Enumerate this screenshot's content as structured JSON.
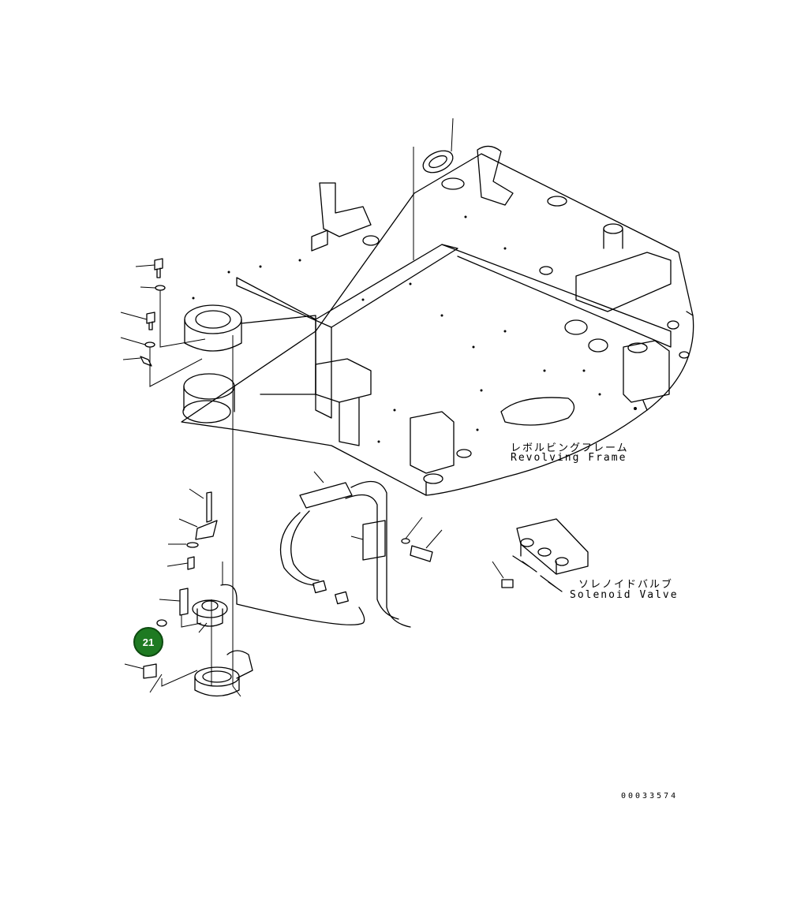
{
  "frame_label": {
    "jp": "レボルビングフレーム",
    "en": "Revolving Frame"
  },
  "valve_label": {
    "jp": "ソレノイドバルブ",
    "en": "Solenoid Valve"
  },
  "callout": {
    "number": "21",
    "color": "#1e7a22"
  },
  "doc_number": "00033574"
}
